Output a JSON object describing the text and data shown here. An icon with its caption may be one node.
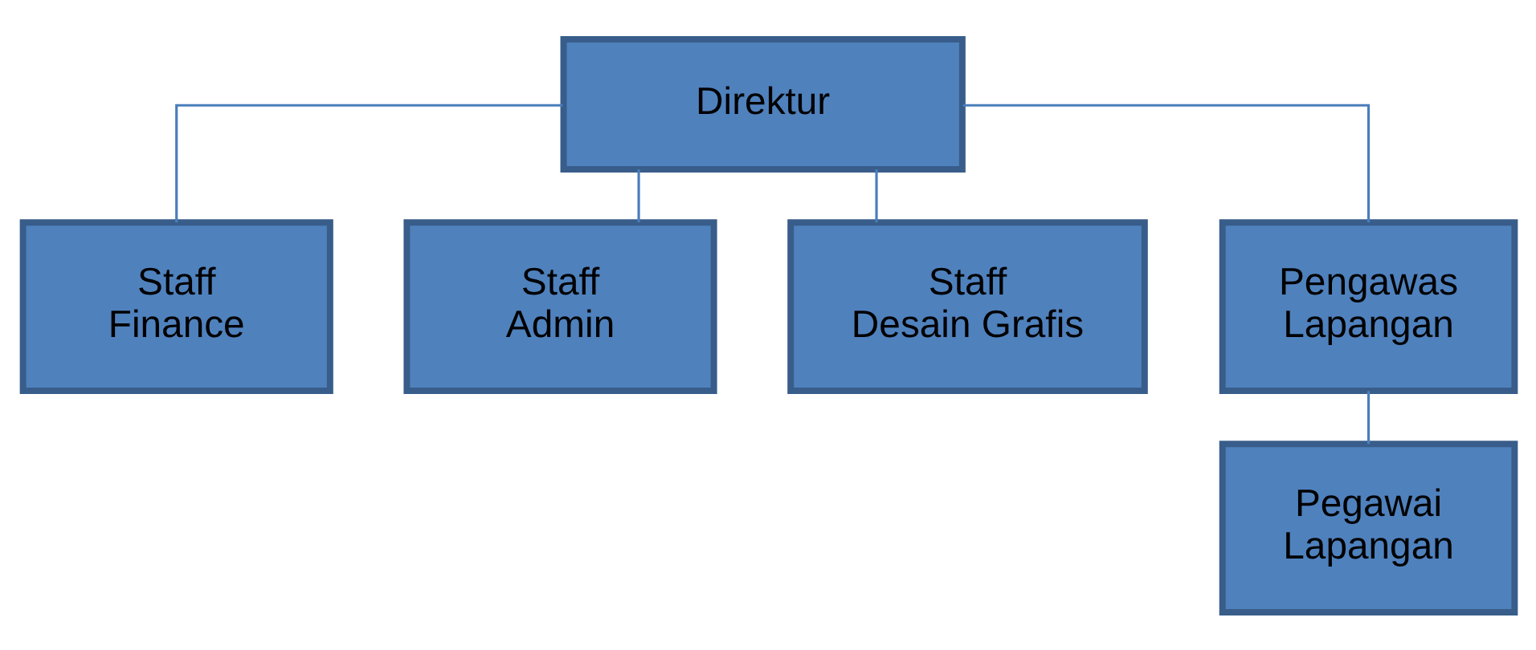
{
  "diagram": {
    "nodes": [
      {
        "text": [
          "Direktur"
        ]
      },
      {
        "text": [
          "Staff Finance"
        ]
      },
      {
        "text": [
          "Staff Admin"
        ]
      },
      {
        "text": [
          "Staff Desain Grafis"
        ]
      },
      {
        "text": [
          "Pengawas Lapangan"
        ]
      },
      {
        "text": [
          "Pegawai Lapangan"
        ]
      }
    ],
    "edges": [
      {
        "from": 0,
        "to": 1,
        "arrow": "none"
      },
      {
        "from": 0,
        "to": 2,
        "arrow": "none"
      },
      {
        "from": 0,
        "to": 3,
        "arrow": "none"
      },
      {
        "from": 0,
        "to": 4,
        "arrow": "none"
      },
      {
        "from": 4,
        "to": 5,
        "arrow": "none"
      }
    ]
  }
}
